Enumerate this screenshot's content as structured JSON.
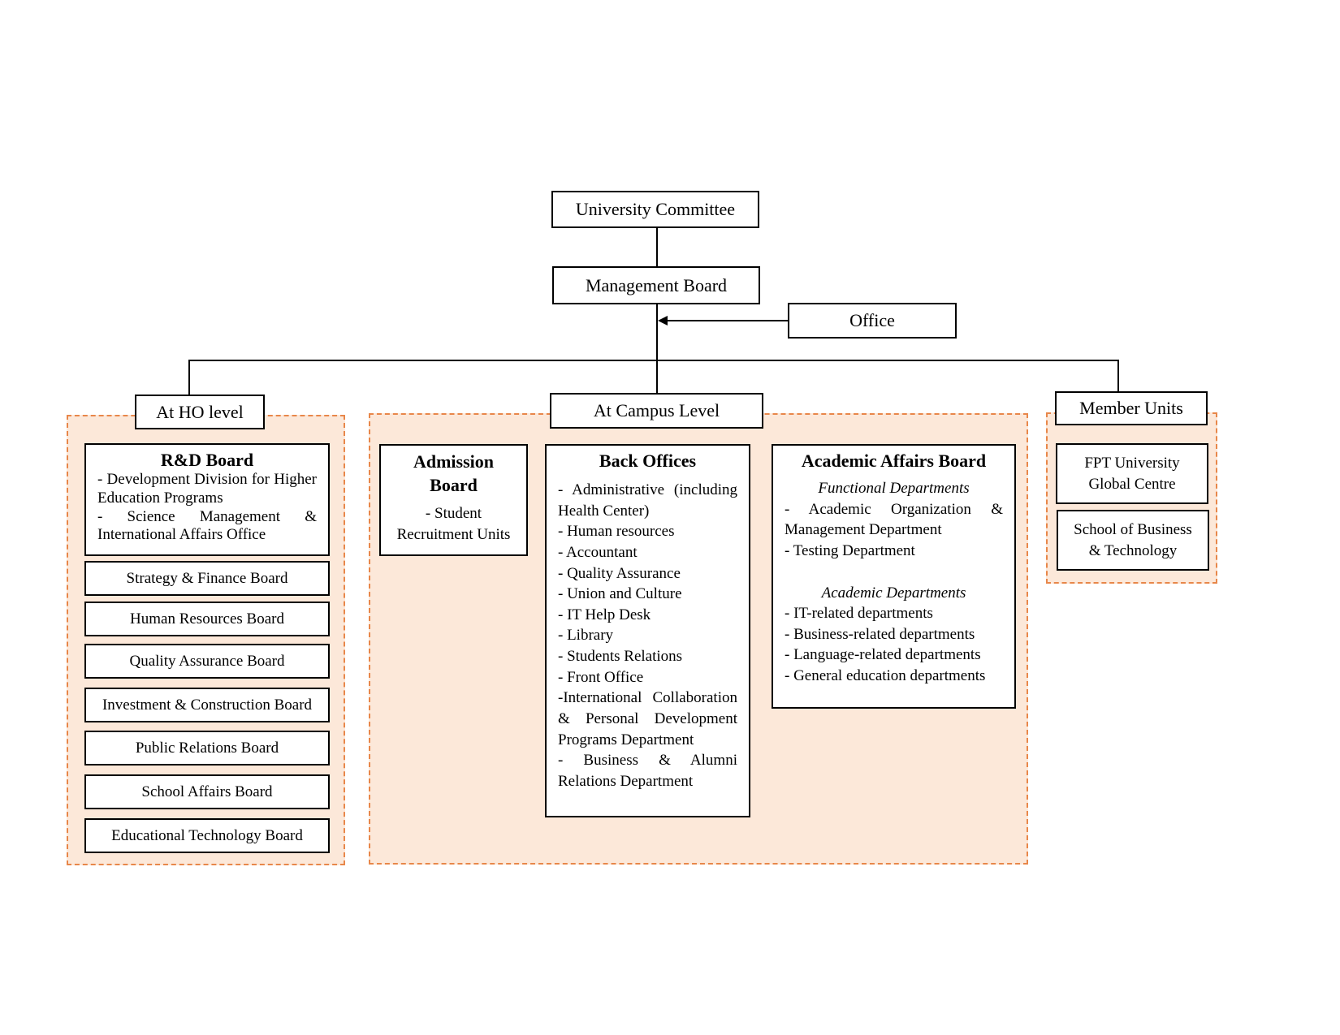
{
  "top": {
    "university_committee": "University Committee",
    "management_board": "Management Board",
    "office": "Office"
  },
  "groups": {
    "ho_level": "At HO level",
    "campus_level": "At Campus Level",
    "member_units": "Member Units"
  },
  "ho": {
    "rd_title": "R&D Board",
    "rd_items": [
      "- Development Division for Higher Education Programs",
      "- Science Management & International Affairs Office"
    ],
    "boards": [
      "Strategy & Finance Board",
      "Human Resources Board",
      "Quality Assurance Board",
      "Investment & Construction Board",
      "Public Relations Board",
      "School Affairs Board",
      "Educational Technology Board"
    ]
  },
  "campus": {
    "admission_title": "Admission Board",
    "admission_item": "- Student Recruitment Units",
    "back_title": "Back Offices",
    "back_items": [
      "- Administrative (including Health Center)",
      "- Human resources",
      "- Accountant",
      "- Quality Assurance",
      "- Union and Culture",
      "- IT Help Desk",
      "- Library",
      "- Students Relations",
      "- Front Office",
      "-International Collaboration & Personal Development Programs Department",
      "- Business & Alumni Relations Department"
    ],
    "academic_title": "Academic Affairs Board",
    "functional_heading": "Functional Departments",
    "functional_items": [
      "- Academic Organization & Management Department",
      "- Testing Department"
    ],
    "academic_heading": "Academic Departments",
    "academic_items": [
      "- IT-related departments",
      "- Business-related departments",
      "- Language-related departments",
      "- General education departments"
    ]
  },
  "member": {
    "units": [
      "FPT University Global Centre",
      "School of Business & Technology"
    ]
  },
  "colors": {
    "group_fill": "#fce8d9",
    "group_border": "#e8874a"
  }
}
